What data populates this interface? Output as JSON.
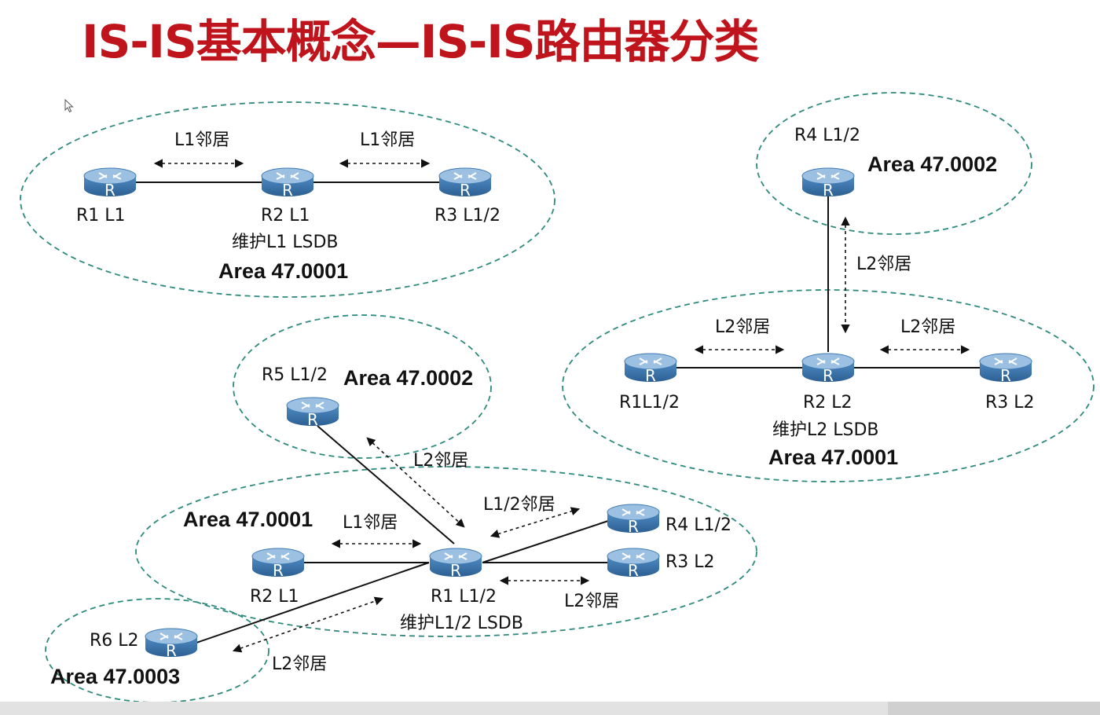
{
  "title": "IS-IS基本概念—IS-IS路由器分类",
  "router_glyph": "R",
  "icons": [
    "router-icon",
    "cursor-arrow-icon"
  ],
  "colors": {
    "title": "#c0141c",
    "area_border": "#2e8a7c",
    "router_body": "#3f7bb3",
    "router_top": "#8fb6dc",
    "link": "#111111"
  },
  "top_left": {
    "area": "Area 47.0001",
    "routers": [
      {
        "id": "R1",
        "label": "R1 L1"
      },
      {
        "id": "R2",
        "label": "R2 L1",
        "note": "维护L1 LSDB"
      },
      {
        "id": "R3",
        "label": "R3 L1/2"
      }
    ],
    "adjacencies": [
      "L1邻居",
      "L1邻居"
    ]
  },
  "top_right": {
    "area_top": "Area 47.0002",
    "area_bottom": "Area 47.0001",
    "routers": [
      {
        "id": "R4",
        "label": "R4 L1/2"
      },
      {
        "id": "R1",
        "label": "R1L1/2"
      },
      {
        "id": "R2",
        "label": "R2 L2",
        "note": "维护L2 LSDB"
      },
      {
        "id": "R3",
        "label": "R3 L2"
      }
    ],
    "adjacencies": [
      "L2邻居",
      "L2邻居",
      "L2邻居"
    ]
  },
  "bottom": {
    "area_top": "Area 47.0002",
    "area_main": "Area 47.0001",
    "area_bottom": "Area 47.0003",
    "routers": [
      {
        "id": "R5",
        "label": "R5 L1/2"
      },
      {
        "id": "R2",
        "label": "R2 L1"
      },
      {
        "id": "R1",
        "label": "R1 L1/2",
        "note": "维护L1/2 LSDB"
      },
      {
        "id": "R4",
        "label": "R4 L1/2"
      },
      {
        "id": "R3",
        "label": "R3 L2"
      },
      {
        "id": "R6",
        "label": "R6 L2"
      }
    ],
    "adjacencies": {
      "r5": "L2邻居",
      "r2": "L1邻居",
      "r4": "L1/2邻居",
      "r3": "L2邻居",
      "r6": "L2邻居"
    }
  }
}
